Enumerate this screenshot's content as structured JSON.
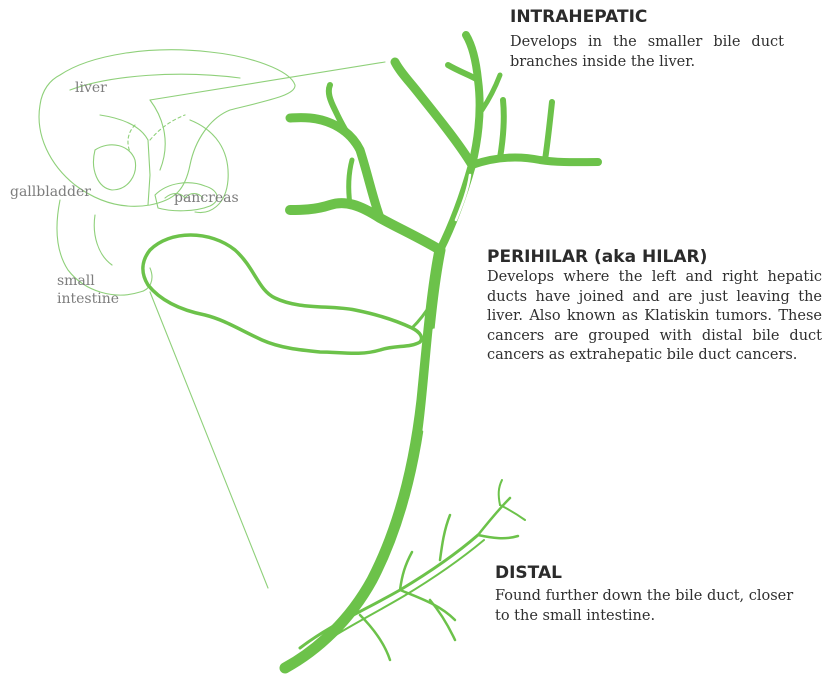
{
  "anatomy_labels": {
    "liver": "liver",
    "gallbladder": "gallbladder",
    "pancreas": "pancreas",
    "small_intestine_line1": "small",
    "small_intestine_line2": "intestine"
  },
  "sections": {
    "intrahepatic": {
      "title": "INTRAHEPATIC",
      "description": "Develops in the smaller bile duct branches inside the liver."
    },
    "perihilar": {
      "title": "PERIHILAR (aka HILAR)",
      "description": "Develops where the left and right hepatic ducts have joined and are just leaving the liver. Also known as Klatiskin tumors.  These cancers are grouped with distal bile duct cancers as extrahepatic bile duct cancers."
    },
    "distal": {
      "title": "DISTAL",
      "description": "Found further down the bile duct, closer to the small intestine."
    }
  },
  "colors": {
    "duct_green": "#6cc24a",
    "outline_green": "#8fd07a",
    "text": "#2b2b2b",
    "label_gray": "#7d7d7d"
  }
}
